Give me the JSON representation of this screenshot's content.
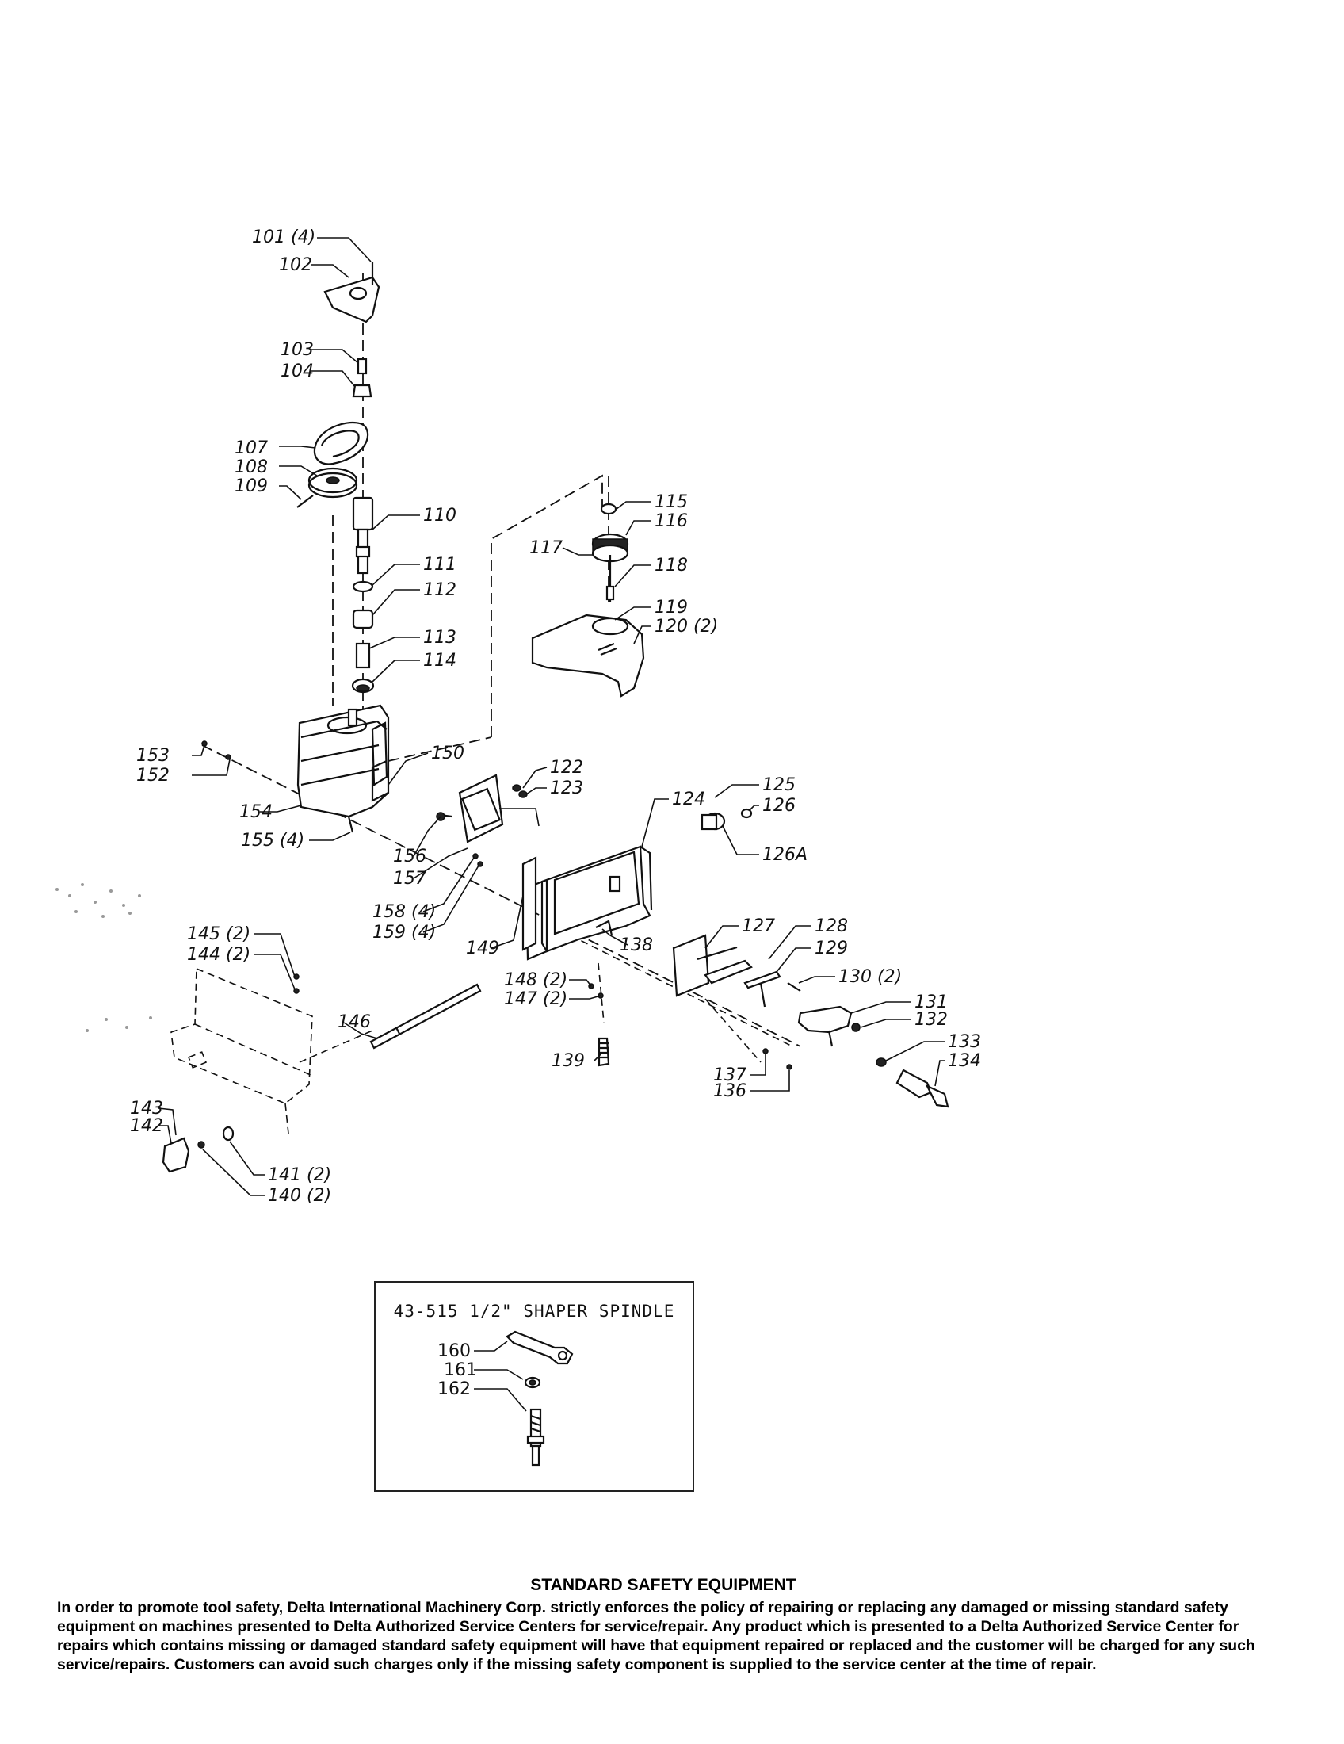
{
  "labels": {
    "l101": "101 (4)",
    "l102": "102",
    "l103": "103",
    "l104": "104",
    "l107": "107",
    "l108": "108",
    "l109": "109",
    "l110": "110",
    "l111": "111",
    "l112": "112",
    "l113": "113",
    "l114": "114",
    "l115": "115",
    "l116": "116",
    "l117": "117",
    "l118": "118",
    "l119": "119",
    "l120": "120 (2)",
    "l122": "122",
    "l123": "123",
    "l124": "124",
    "l125": "125",
    "l126": "126",
    "l126A": "126A",
    "l127": "127",
    "l128": "128",
    "l129": "129",
    "l130": "130 (2)",
    "l131": "131",
    "l132": "132",
    "l133": "133",
    "l134": "134",
    "l136": "136",
    "l137": "137",
    "l138": "138",
    "l139": "139",
    "l140": "140 (2)",
    "l141": "141 (2)",
    "l142": "142",
    "l143": "143",
    "l144": "144 (2)",
    "l145": "145 (2)",
    "l146": "146",
    "l147": "147 (2)",
    "l148": "148 (2)",
    "l149": "149",
    "l150": "150",
    "l152": "152",
    "l153": "153",
    "l154": "154",
    "l155": "155 (4)",
    "l156": "156",
    "l157": "157",
    "l158": "158 (4)",
    "l159": "159 (4)",
    "l160": "160",
    "l161": "161",
    "l162": "162"
  },
  "inset": {
    "title": "43-515 1/2\" SHAPER SPINDLE"
  },
  "safety": {
    "title": "STANDARD SAFETY EQUIPMENT",
    "body": "In order to promote tool safety, Delta International Machinery Corp. strictly enforces the policy of repairing or replacing any damaged or missing standard safety equipment on machines presented to Delta Authorized Service Centers for service/repair. Any product which is presented to a Delta Authorized Service Center for repairs which contains missing or damaged standard safety equipment will have that equipment repaired or replaced and the customer will be charged for any such service/repairs. Customers can avoid such charges only if the missing safety component is supplied to the service center at the time of repair."
  }
}
